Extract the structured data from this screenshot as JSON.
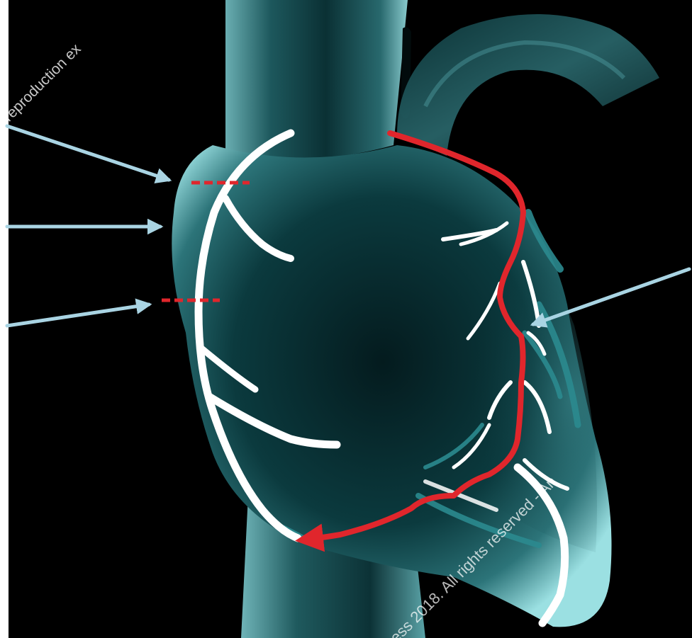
{
  "figure": {
    "watermarks": {
      "top": "reproduction ex",
      "bottom": "ess 2018. All rights reserved - An"
    }
  },
  "colors": {
    "background": "#000000",
    "heart_glow": "#2a6f74",
    "heart_edge": "#9fe3e6",
    "artery_white": "#ffffff",
    "artery_red": "#e0262c",
    "pointer_arrow": "#a9d4e3",
    "left_margin": "#ffffff"
  },
  "pointers": [
    {
      "label": "",
      "target": "upper dashed marker"
    },
    {
      "label": "",
      "target": "right atrial border"
    },
    {
      "label": "",
      "target": "lower dashed marker"
    },
    {
      "label": "",
      "target": "lateral branch"
    }
  ]
}
